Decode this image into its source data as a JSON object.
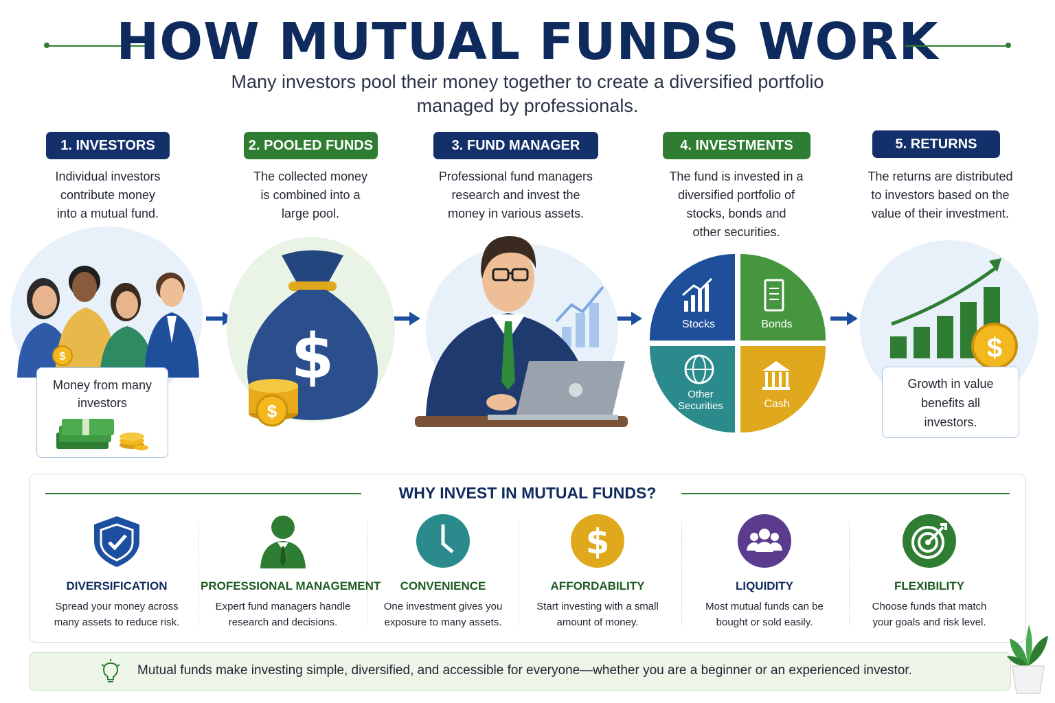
{
  "header": {
    "title": "HOW MUTUAL FUNDS WORK",
    "subtitle_line1": "Many investors pool their money together to create a diversified portfolio",
    "subtitle_line2": "managed by professionals."
  },
  "steps": [
    {
      "label": "1. INVESTORS",
      "desc": [
        "Individual investors",
        "contribute money",
        "into a mutual fund."
      ]
    },
    {
      "label": "2. POOLED FUNDS",
      "desc": [
        "The collected money",
        "is combined into a",
        "large pool."
      ]
    },
    {
      "label": "3. FUND MANAGER",
      "desc": [
        "Professional fund managers",
        "research and invest the",
        "money in various assets."
      ]
    },
    {
      "label": "4. INVESTMENTS",
      "desc": [
        "The fund is invested in a",
        "diversified portfolio of",
        "stocks, bonds and",
        "other securities."
      ]
    },
    {
      "label": "5. RETURNS",
      "desc": [
        "The returns are distributed",
        "to investors based on the",
        "value of their investment."
      ]
    }
  ],
  "investors_note": [
    "Money from many",
    "investors"
  ],
  "returns_note": [
    "Growth in value",
    "benefits all",
    "investors."
  ],
  "portfolio": {
    "stocks": "Stocks",
    "bonds": "Bonds",
    "other_line1": "Other",
    "other_line2": "Securities",
    "cash": "Cash"
  },
  "why": {
    "title": "WHY INVEST IN MUTUAL FUNDS?",
    "benefits": [
      {
        "title": "DIVERSIFICATION",
        "desc": [
          "Spread your money across",
          "many assets to reduce risk."
        ],
        "icon": "shield-check-icon",
        "color": "#1d4fa0"
      },
      {
        "title": "PROFESSIONAL MANAGEMENT",
        "desc": [
          "Expert fund managers handle",
          "research and decisions."
        ],
        "icon": "manager-icon",
        "color": "#2e7d32"
      },
      {
        "title": "CONVENIENCE",
        "desc": [
          "One investment gives you",
          "exposure to many assets."
        ],
        "icon": "clock-icon",
        "color": "#2a8a8c"
      },
      {
        "title": "AFFORDABILITY",
        "desc": [
          "Start investing with a small",
          "amount of money."
        ],
        "icon": "dollar-coin-icon",
        "color": "#e0a81c"
      },
      {
        "title": "LIQUIDITY",
        "desc": [
          "Most mutual funds can be",
          "bought or sold easily."
        ],
        "icon": "people-icon",
        "color": "#5b3b8e"
      },
      {
        "title": "FLEXIBILITY",
        "desc": [
          "Choose funds that match",
          "your goals and risk level."
        ],
        "icon": "target-icon",
        "color": "#2e7d32"
      }
    ]
  },
  "footer": {
    "text": "Mutual funds make investing simple, diversified, and accessible for everyone—whether you are a beginner or an experienced investor."
  },
  "colors": {
    "navy": "#14306b",
    "green": "#2e7d32",
    "teal": "#2a8a8c",
    "gold": "#e0a81c",
    "blue": "#1d4fa0"
  }
}
